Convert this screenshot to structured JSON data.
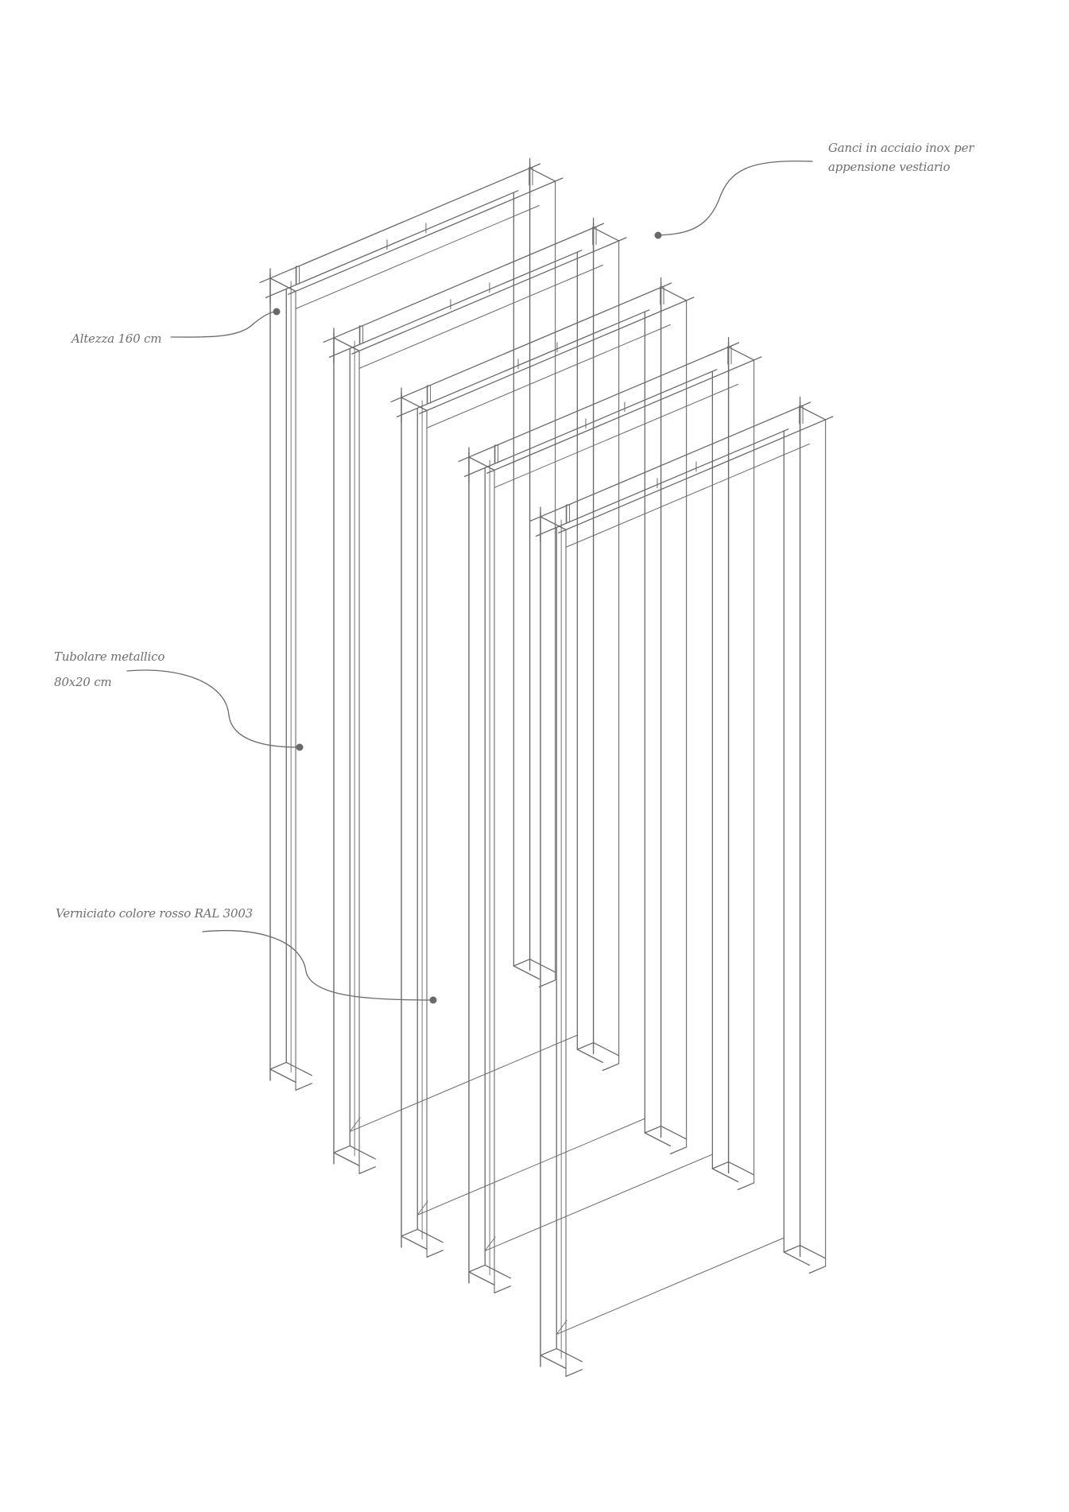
{
  "annotations": {
    "hooks": {
      "line1": "Ganci in acciaio inox per",
      "line2": "appensione vestiario"
    },
    "height": {
      "line1": "Altezza 160 cm"
    },
    "tube": {
      "line1": "Tubolare metallico",
      "line2": "80x20 cm"
    },
    "paint": {
      "line1": "Verniciato colore rosso RAL 3003"
    }
  },
  "colors": {
    "stroke": "#6a6a6a",
    "text": "#6e6e6e",
    "dot": "#6a6a6a"
  }
}
